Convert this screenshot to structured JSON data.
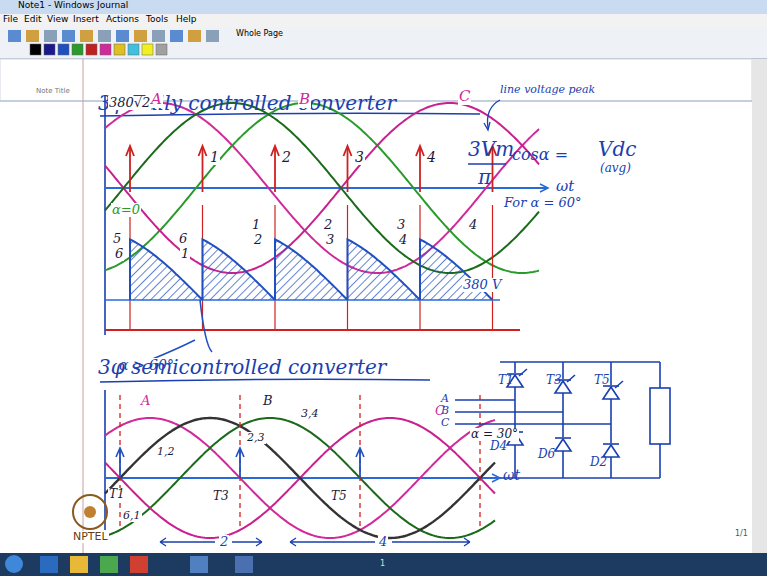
{
  "diagram": {
    "title": "3φ Fully controlled converter",
    "labels": [
      "Note1 - Windows Journal",
      "File",
      "Edit",
      "View",
      "Insert",
      "Actions",
      "Tools",
      "Help",
      "Whole Page",
      "Note Title",
      "380√2",
      "A",
      "B",
      "C",
      "α=0",
      "ωt",
      "For α = 60°",
      "1",
      "2",
      "3",
      "4",
      "5",
      "6",
      "6",
      "1",
      "1",
      "2",
      "2",
      "3",
      "3",
      "4",
      "4",
      "380 V",
      "α > 60°",
      "line voltage peak",
      "3Vm",
      "π",
      "cosα =",
      "Vdc",
      "(avg)",
      "3φ semicontrolled converter",
      "A",
      "B",
      "C",
      "ωt",
      "α = 30°",
      "T1",
      "T3",
      "T5",
      "6,1",
      "1,2",
      "2,3",
      "3,4",
      "2",
      "4",
      "T1",
      "T3",
      "T5",
      "D4",
      "D6",
      "D2",
      "A",
      "B",
      "C",
      "NPTEL",
      "1/1",
      "1"
    ]
  }
}
